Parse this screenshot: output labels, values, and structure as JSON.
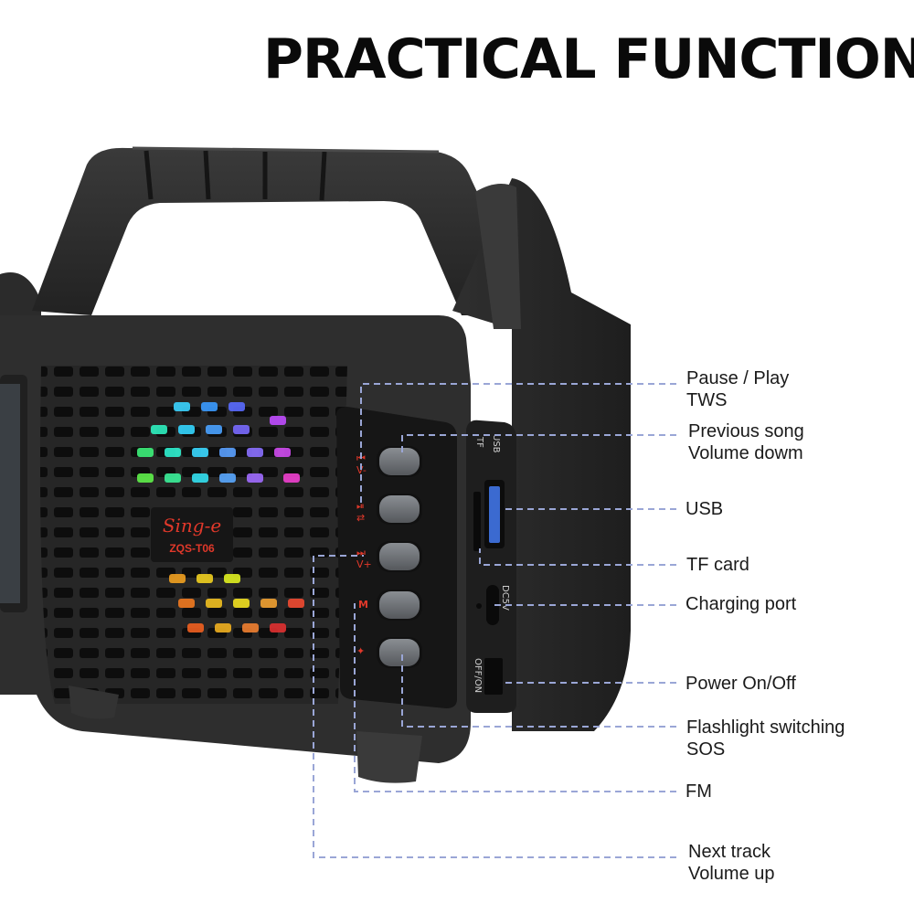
{
  "title": "PRACTICAL FUNCTION",
  "product": {
    "brand": "Sing-e",
    "model": "ZQS-T06",
    "port_labels": {
      "usb": "USB",
      "tf": "TF",
      "dc": "DC5V",
      "switch": "OFF/ON"
    },
    "button_symbols": [
      "⏮",
      "⏯",
      "⏭",
      "M",
      "✦"
    ],
    "button_sublabels": [
      "V-",
      "⇄",
      "V+",
      "",
      ""
    ]
  },
  "callouts": {
    "pause_play": [
      "Pause / Play",
      "TWS"
    ],
    "previous": [
      "Previous song",
      "Volume dowm"
    ],
    "usb": [
      "USB"
    ],
    "tf_card": [
      "TF card"
    ],
    "charging": [
      "Charging port"
    ],
    "power": [
      "Power On/Off"
    ],
    "flashlight": [
      "Flashlight switching",
      "SOS"
    ],
    "fm": [
      "FM"
    ],
    "next": [
      "Next track",
      "Volume up"
    ]
  },
  "colors": {
    "body": "#2a2a2a",
    "panel": "#1b1b1b",
    "button": "#6f7378",
    "leader_line": "#9aa6d6",
    "accent_red": "#e0382a"
  }
}
